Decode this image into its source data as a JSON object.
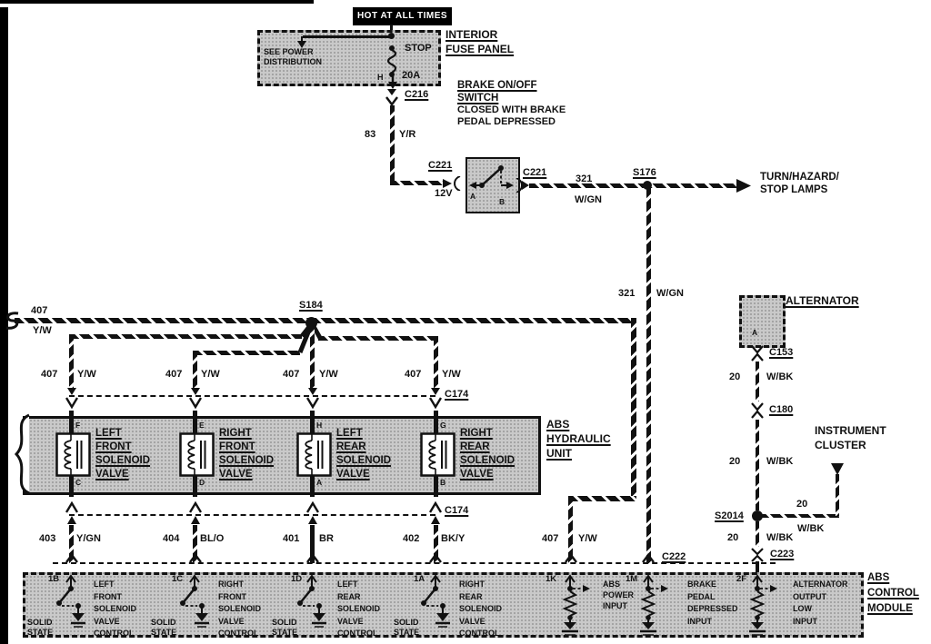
{
  "colors": {
    "ink": "#111111",
    "stipple_fill": "#c9c9c9",
    "paper": "#ffffff"
  },
  "power": {
    "hot_tag": "HOT AT ALL TIMES",
    "note": "SEE POWER\nDISTRIBUTION",
    "panel": "INTERIOR\nFUSE PANEL",
    "fuse_name": "STOP",
    "fuse_rating": "20A",
    "pin": "H"
  },
  "brake_switch": {
    "title": "BRAKE ON/OFF\nSWITCH",
    "note": "CLOSED WITH BRAKE\nPEDAL DEPRESSED",
    "voltage": "12V",
    "pin_a": "A",
    "pin_b": "B"
  },
  "connectors": {
    "c216": "C216",
    "c221_left": "C221",
    "c221_right": "C221",
    "c174_top": "C174",
    "c174_bottom": "C174",
    "c153": "C153",
    "c180": "C180",
    "c222": "C222",
    "c223": "C223"
  },
  "splices": {
    "s176": "S176",
    "s184": "S184",
    "s2014": "S2014"
  },
  "destinations": {
    "lamps": "TURN/HAZARD/\nSTOP LAMPS",
    "cluster": "INSTRUMENT\nCLUSTER"
  },
  "alternator": {
    "label": "ALTERNATOR",
    "pin_a": "A"
  },
  "wires": {
    "w83": {
      "num": "83",
      "color": "Y/R"
    },
    "w321_horizontal": {
      "num": "321",
      "color": "W/GN"
    },
    "w321_vertical": {
      "num": "321",
      "color": "W/GN"
    },
    "w407_bus": {
      "num": "407",
      "color": "Y/W"
    },
    "w407_lf": {
      "num": "407",
      "color": "Y/W"
    },
    "w407_rf": {
      "num": "407",
      "color": "Y/W"
    },
    "w407_lr": {
      "num": "407",
      "color": "Y/W"
    },
    "w407_rr": {
      "num": "407",
      "color": "Y/W"
    },
    "w407_feed": {
      "num": "407",
      "color": "Y/W"
    },
    "w403": {
      "num": "403",
      "color": "Y/GN"
    },
    "w404": {
      "num": "404",
      "color": "BL/O"
    },
    "w401": {
      "num": "401",
      "color": "BR"
    },
    "w402": {
      "num": "402",
      "color": "BK/Y"
    },
    "w20_a": {
      "num": "20",
      "color": "W/BK"
    },
    "w20_b": {
      "num": "20",
      "color": "W/BK"
    },
    "w20_branch": {
      "num": "20",
      "color": "W/BK"
    },
    "w20_c": {
      "num": "20",
      "color": "W/BK"
    }
  },
  "hydraulic_unit": {
    "label": "ABS\nHYDRAULIC\nUNIT",
    "valves": [
      {
        "name": "LEFT\nFRONT\nSOLENOID\nVALVE",
        "pin_top": "F",
        "pin_bottom": "C"
      },
      {
        "name": "RIGHT\nFRONT\nSOLENOID\nVALVE",
        "pin_top": "E",
        "pin_bottom": "D"
      },
      {
        "name": "LEFT\nREAR\nSOLENOID\nVALVE",
        "pin_top": "H",
        "pin_bottom": "A"
      },
      {
        "name": "RIGHT\nREAR\nSOLENOID\nVALVE",
        "pin_top": "G",
        "pin_bottom": "B"
      }
    ]
  },
  "control_module": {
    "label": "ABS\nCONTROL\nMODULE",
    "solid_state": "SOLID\nSTATE",
    "pins": [
      {
        "id": "1B",
        "function": "LEFT\nFRONT\nSOLENOID\nVALVE\nCONTROL"
      },
      {
        "id": "1C",
        "function": "RIGHT\nFRONT\nSOLENOID\nVALVE\nCONTROL"
      },
      {
        "id": "1D",
        "function": "LEFT\nREAR\nSOLENOID\nVALVE\nCONTROL"
      },
      {
        "id": "1A",
        "function": "RIGHT\nREAR\nSOLENOID\nVALVE\nCONTROL"
      },
      {
        "id": "1K",
        "function": "ABS\nPOWER\nINPUT"
      },
      {
        "id": "1M",
        "function": "BRAKE\nPEDAL\nDEPRESSED\nINPUT"
      },
      {
        "id": "2F",
        "function": "ALTERNATOR\nOUTPUT\nLOW\nINPUT"
      }
    ]
  }
}
